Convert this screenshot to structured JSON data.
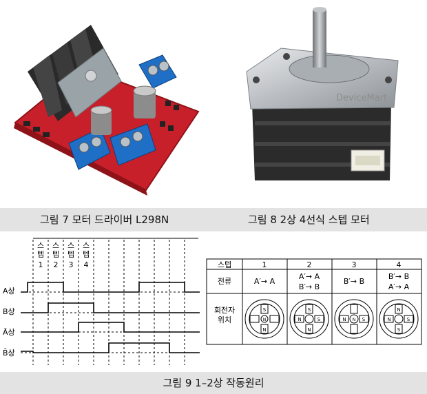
{
  "captions": {
    "fig7": "그림 7 모터 드라이버 L298N",
    "fig8": "그림 8 2상 4선식 스텝 모터",
    "fig9": "그림 9 1–2상 작동원리"
  },
  "photo_watermark": "DeviceMart",
  "timing": {
    "step_headers": [
      {
        "label": "스텝",
        "num": "1"
      },
      {
        "label": "스텝",
        "num": "2"
      },
      {
        "label": "스텝",
        "num": "3"
      },
      {
        "label": "스텝",
        "num": "4"
      }
    ],
    "signals": [
      "A상",
      "B상",
      "Ā상",
      "B̄상"
    ]
  },
  "table": {
    "col0_header": "스텝",
    "col_headers": [
      "1",
      "2",
      "3",
      "4"
    ],
    "row_current_label": "전류",
    "row_position_label_lines": [
      "회전자",
      "위치"
    ],
    "current_lines": [
      [
        "A′→ A"
      ],
      [
        "A′→ A",
        "B′→ B"
      ],
      [
        "B′→ B"
      ],
      [
        "B′→ B",
        "A′→ A"
      ]
    ],
    "pole_letters": {
      "north": "N",
      "south": "S"
    }
  }
}
